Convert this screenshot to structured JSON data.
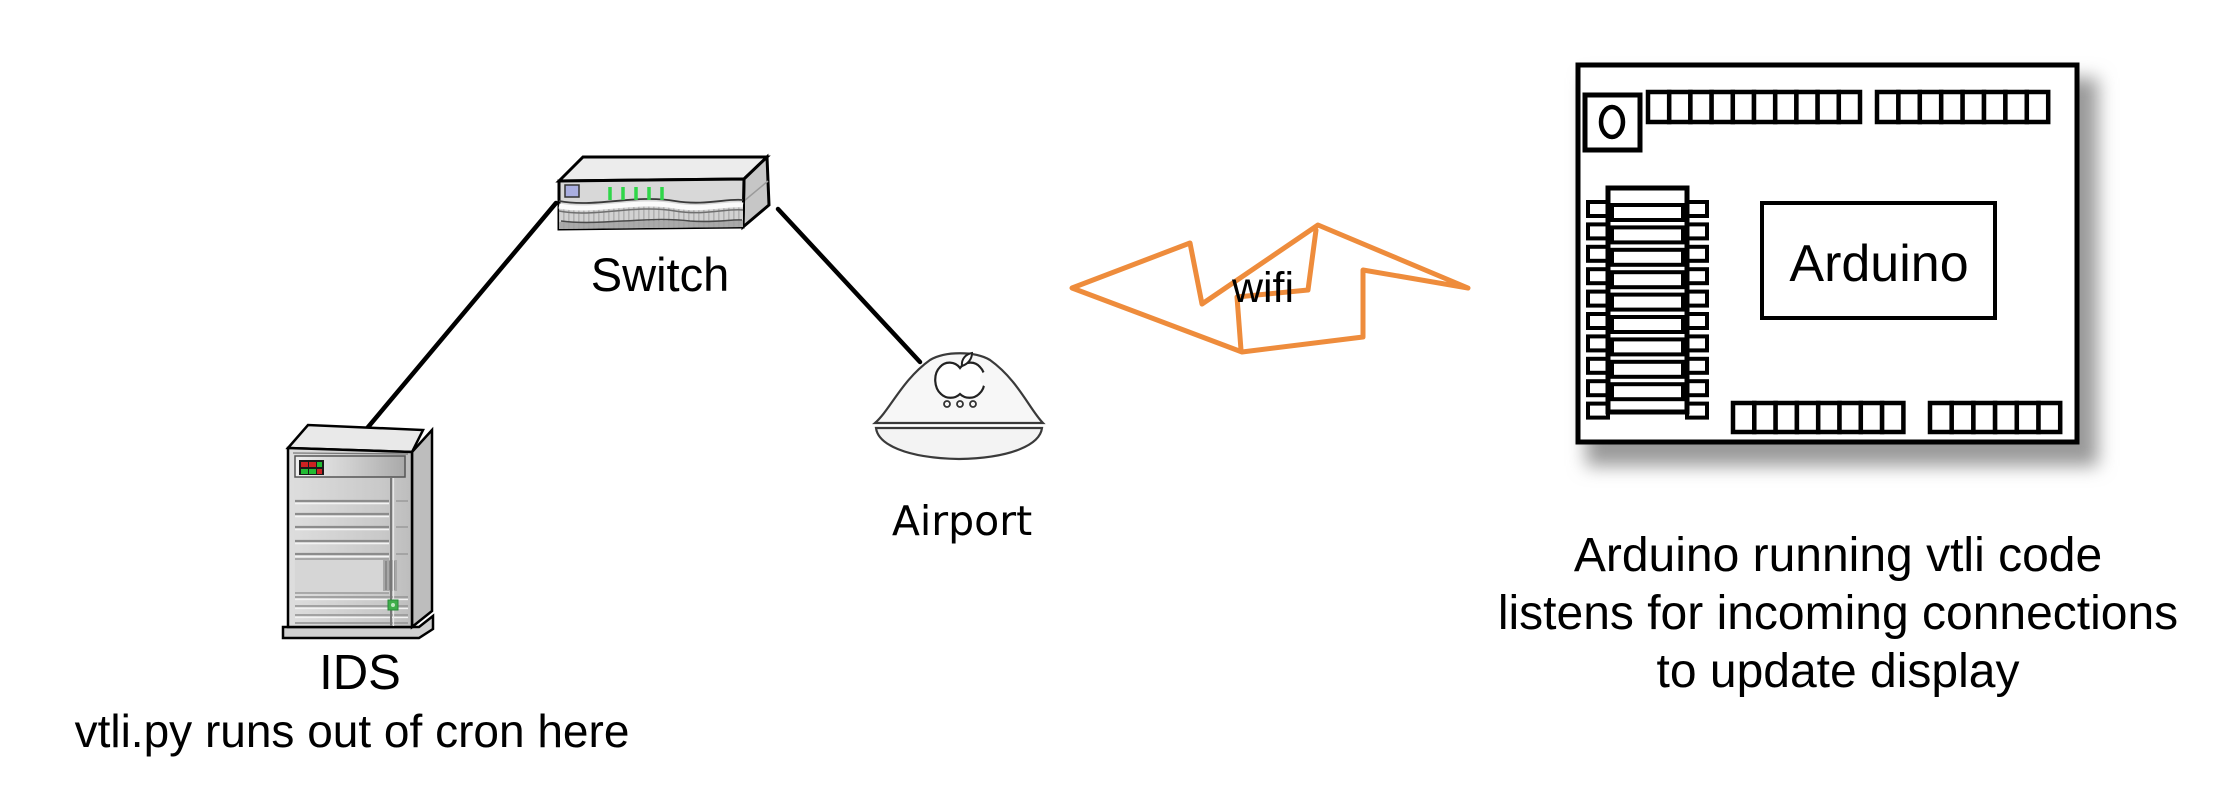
{
  "diagram": {
    "switch": {
      "label": "Switch"
    },
    "ids": {
      "label": "IDS",
      "note": "vtli.py runs out of cron here"
    },
    "airport": {
      "label": "Airport"
    },
    "wifi": {
      "label": "wifi"
    },
    "arduino": {
      "board_label": "Arduino",
      "caption": {
        "line1": "Arduino running vtli code",
        "line2": "listens for incoming connections",
        "line3": "to update display"
      }
    },
    "colors": {
      "wifi_bolt": "#EE8C3C",
      "connection_line": "#000000",
      "switch_led": "#2FD649",
      "ids_led_red": "#CC2222",
      "ids_led_green": "#22BB33"
    }
  }
}
